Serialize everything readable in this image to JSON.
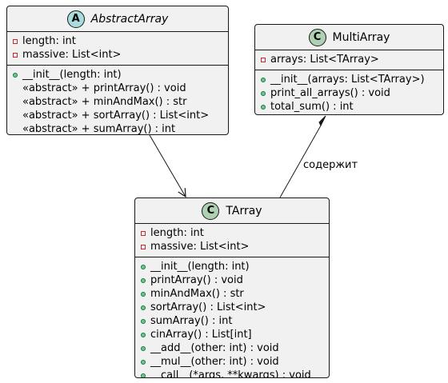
{
  "classes": {
    "abstract_array": {
      "stereotype_icon": "A",
      "name": "AbstractArray",
      "attributes": [
        "length: int",
        "massive: List<int>"
      ],
      "methods": [
        {
          "vis": "public",
          "text": "__init__(length: int)"
        },
        {
          "vis": "none",
          "text": "«abstract» + printArray() : void"
        },
        {
          "vis": "none",
          "text": "«abstract» + minAndMax() : str"
        },
        {
          "vis": "none",
          "text": "«abstract» + sortArray() : List<int>"
        },
        {
          "vis": "none",
          "text": "«abstract» + sumArray() : int"
        }
      ]
    },
    "multi_array": {
      "stereotype_icon": "C",
      "name": "MultiArray",
      "attributes": [
        "arrays: List<TArray>"
      ],
      "methods": [
        {
          "vis": "public",
          "text": "__init__(arrays: List<TArray>)"
        },
        {
          "vis": "public",
          "text": "print_all_arrays() : void"
        },
        {
          "vis": "public",
          "text": "total_sum() : int"
        }
      ]
    },
    "tarray": {
      "stereotype_icon": "C",
      "name": "TArray",
      "attributes": [
        "length: int",
        "massive: List<int>"
      ],
      "methods": [
        {
          "vis": "public",
          "text": "__init__(length: int)"
        },
        {
          "vis": "public",
          "text": "printArray() : void"
        },
        {
          "vis": "public",
          "text": "minAndMax() : str"
        },
        {
          "vis": "public",
          "text": "sortArray() : List<int>"
        },
        {
          "vis": "public",
          "text": "sumArray() : int"
        },
        {
          "vis": "public",
          "text": "cinArray() : List[int]"
        },
        {
          "vis": "public",
          "text": "__add__(other: int) : void"
        },
        {
          "vis": "public",
          "text": "__mul__(other: int) : void"
        },
        {
          "vis": "public",
          "text": "__call__(*args, **kwargs) : void"
        }
      ]
    }
  },
  "relations": {
    "composition_label": "содержит"
  }
}
